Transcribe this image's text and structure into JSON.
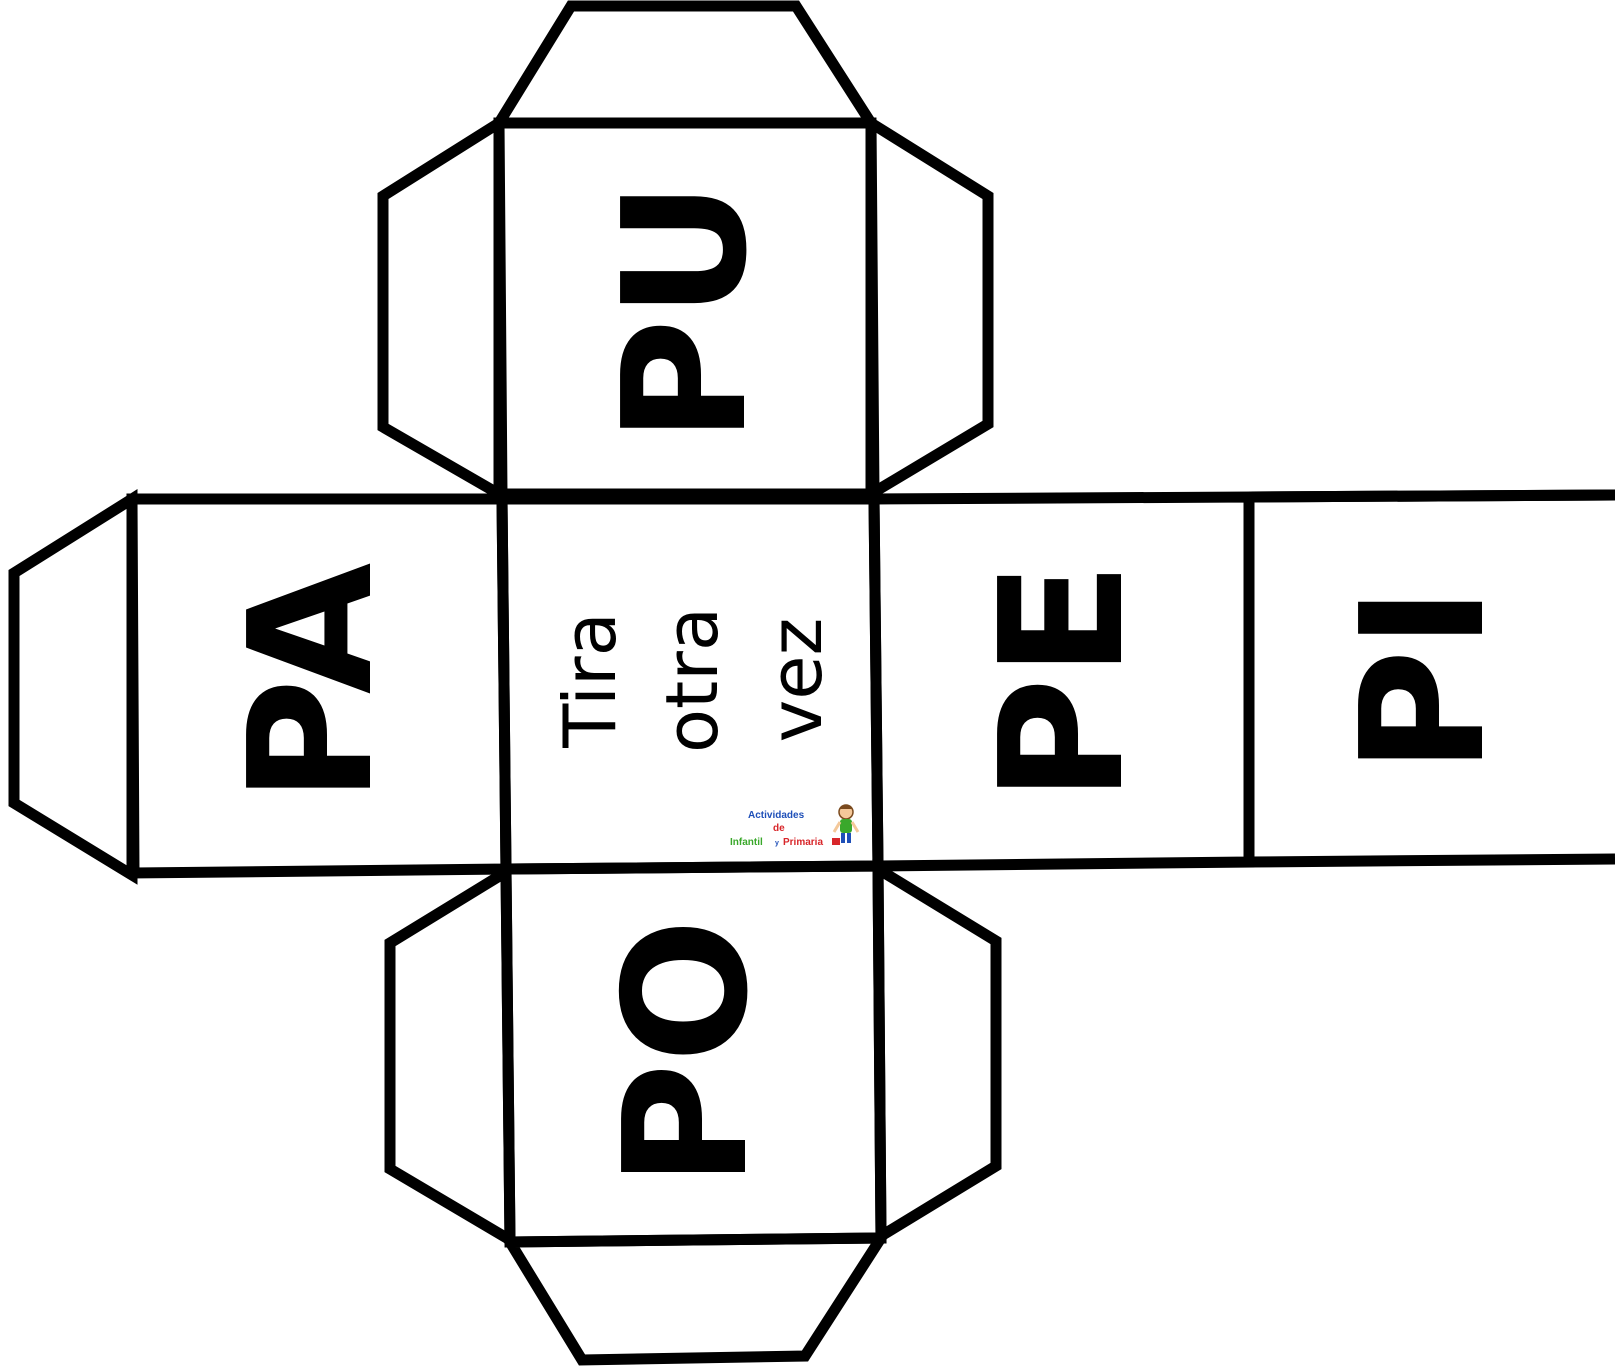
{
  "faces": {
    "top": "PU",
    "left": "PA",
    "right": "PE",
    "far_right": "PI",
    "bottom": "PO",
    "center_line1": "Tira",
    "center_line2": "otra",
    "center_line3": "vez"
  },
  "logo": {
    "line1": "Actividades",
    "line2": "de",
    "line3_a": "Infantil",
    "line3_b": "y",
    "line3_c": "Primaria"
  },
  "colors": {
    "stroke": "#000000",
    "background": "#ffffff",
    "logo_blue": "#1e4fb8",
    "logo_green": "#3aa82b",
    "logo_red": "#d8262a"
  },
  "icons": [
    "child-figure-icon"
  ]
}
